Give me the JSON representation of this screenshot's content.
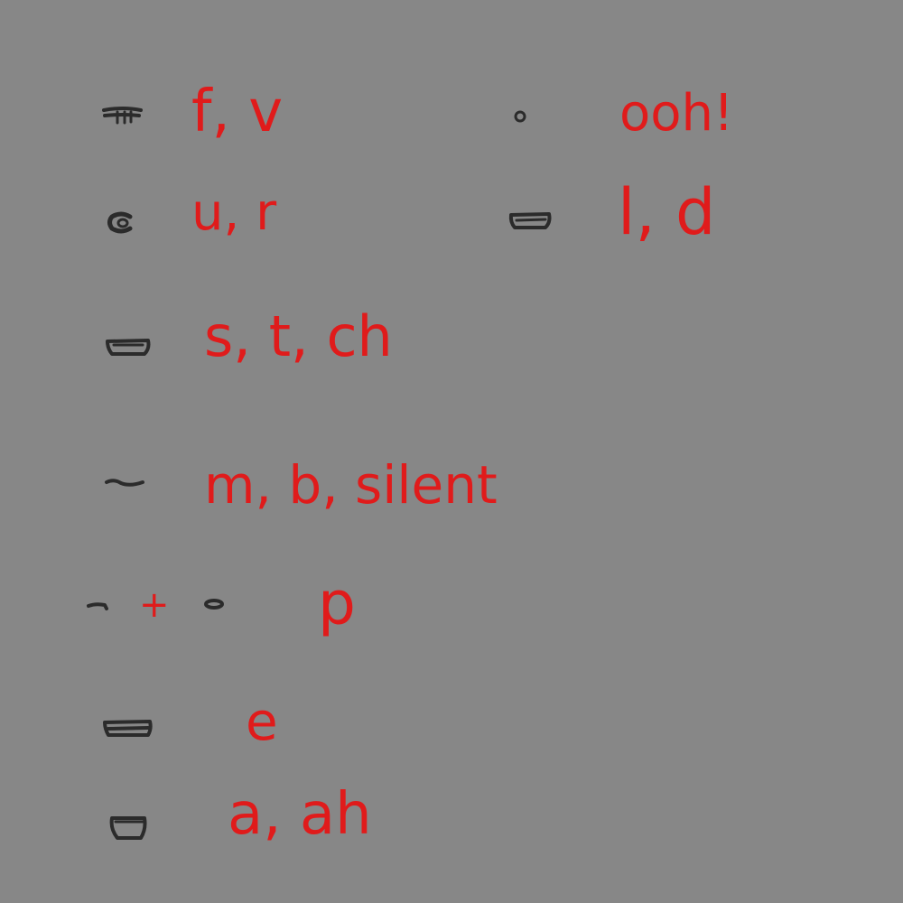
{
  "colors": {
    "background": "#878787",
    "label": "#e01b1b",
    "mouth_stroke": "#2b2b2b"
  },
  "entries": [
    {
      "icon": "mouth-fv-icon",
      "label": "f, v"
    },
    {
      "icon": "mouth-ooh-icon",
      "label": "ooh!"
    },
    {
      "icon": "mouth-ur-icon",
      "label": "u, r"
    },
    {
      "icon": "mouth-ld-icon",
      "label": "l, d"
    },
    {
      "icon": "mouth-stch-icon",
      "label": "s, t, ch"
    },
    {
      "icon": "mouth-mb-icon",
      "label": "m, b, silent"
    },
    {
      "icon": "mouth-p-closed-icon",
      "combiner": "+",
      "icon2": "mouth-p-open-icon",
      "label": "p"
    },
    {
      "icon": "mouth-e-icon",
      "label": "e"
    },
    {
      "icon": "mouth-aah-icon",
      "label": "a, ah"
    }
  ]
}
